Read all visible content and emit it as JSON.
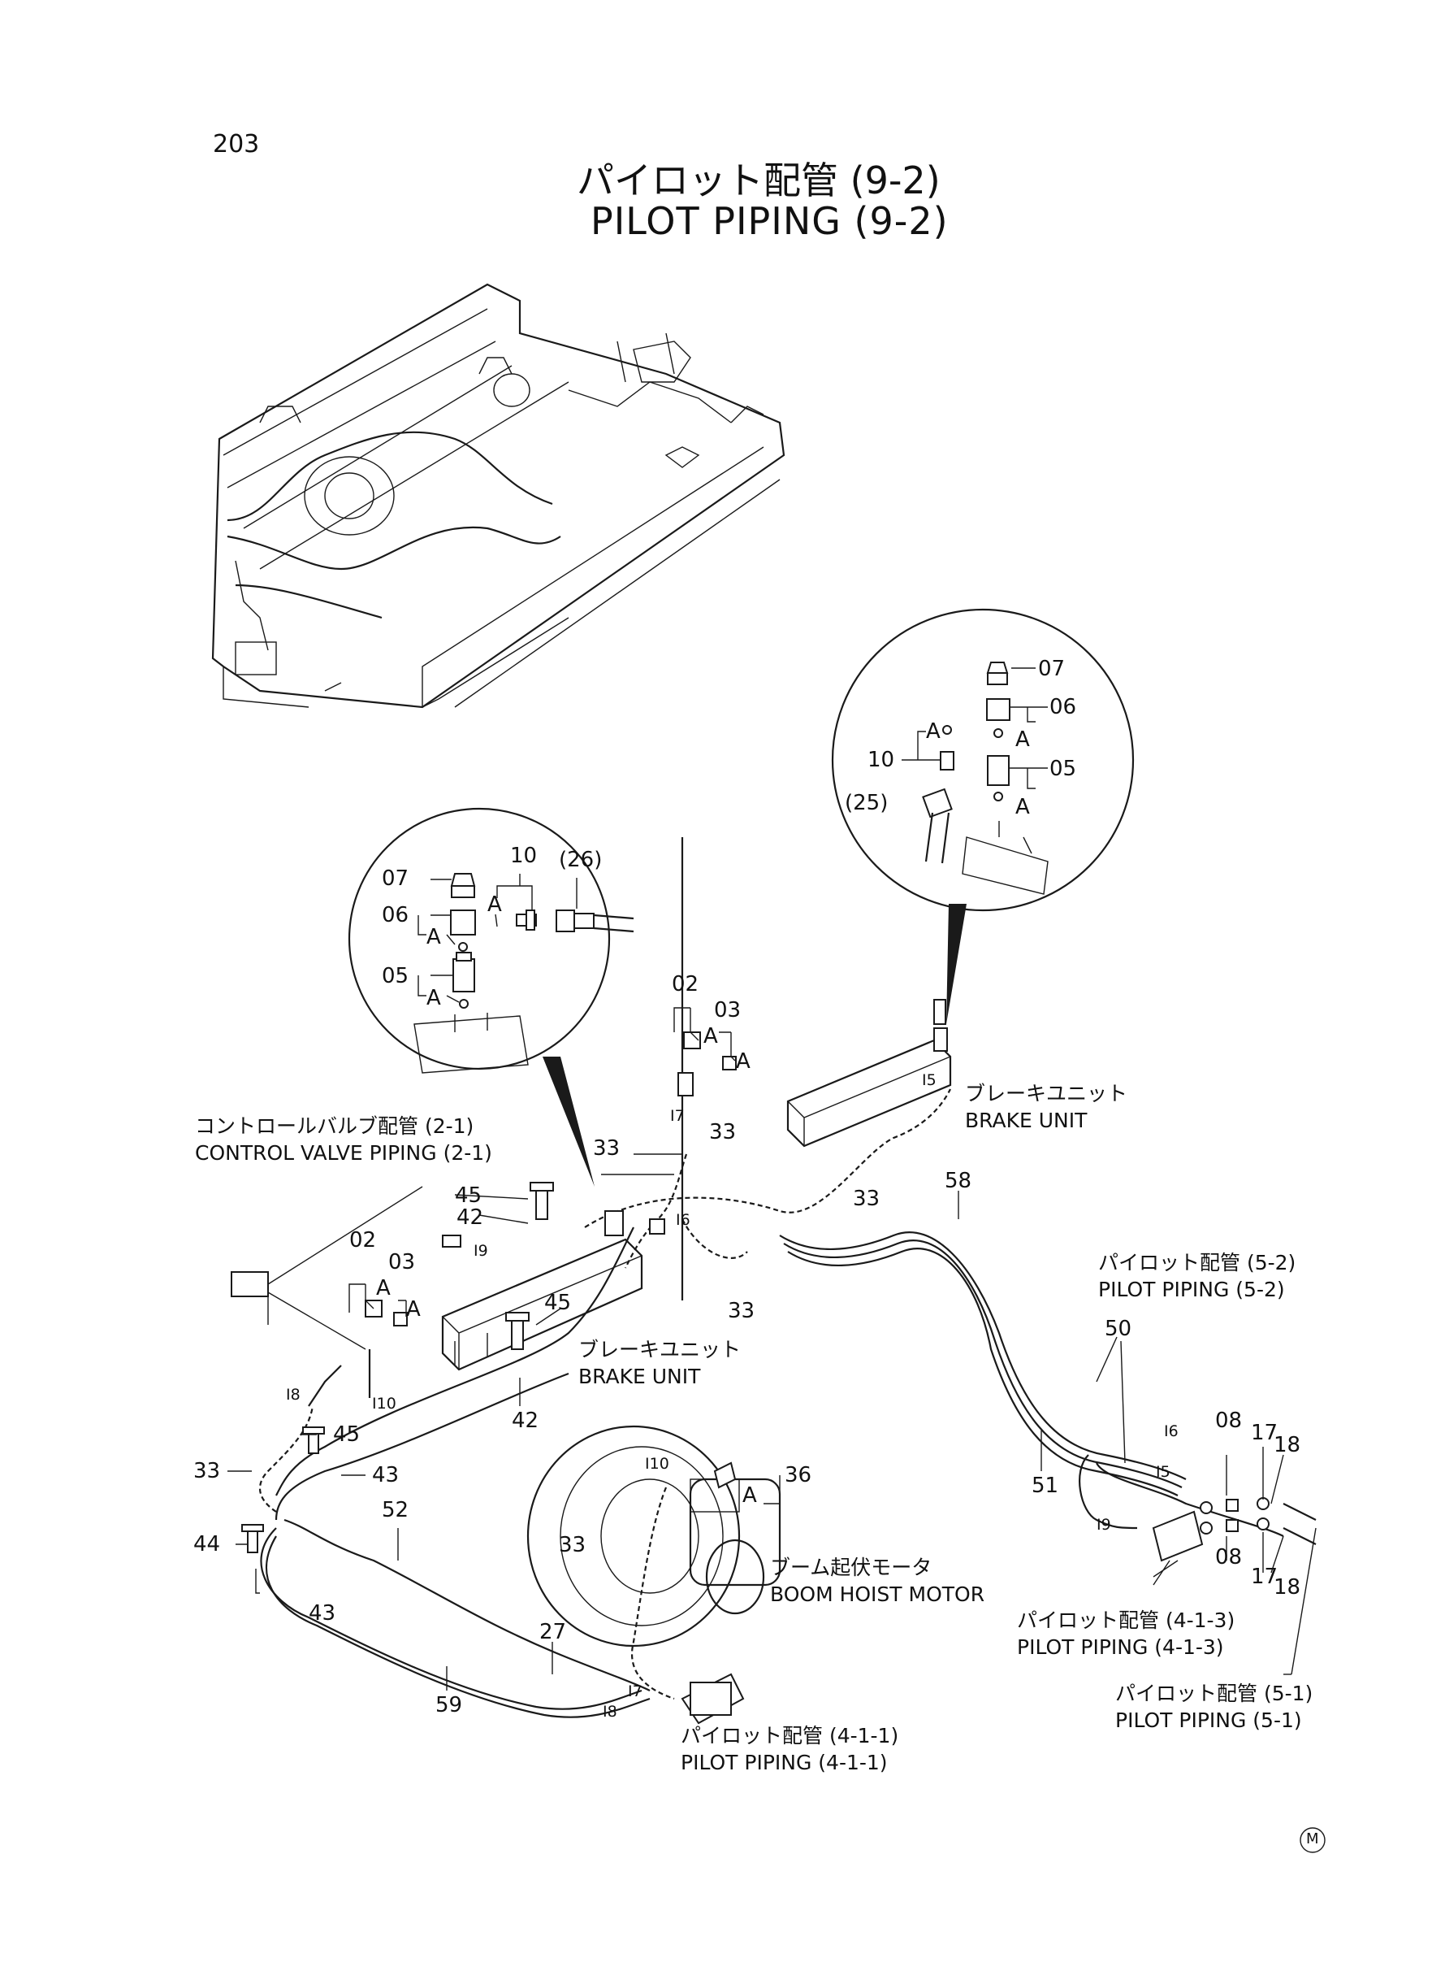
{
  "header": {
    "page_number": "203",
    "title_jp": "パイロット配管 (9-2)",
    "title_en": "PILOT PIPING (9-2)"
  },
  "references": {
    "control_valve_jp": "コントロールバルブ配管 (2-1)",
    "control_valve_en": "CONTROL VALVE PIPING (2-1)",
    "brake_unit_left_jp": "ブレーキユニット",
    "brake_unit_left_en": "BRAKE UNIT",
    "brake_unit_right_jp": "ブレーキユニット",
    "brake_unit_right_en": "BRAKE UNIT",
    "pilot_5_2_jp": "パイロット配管 (5-2)",
    "pilot_5_2_en": "PILOT PIPING (5-2)",
    "boom_motor_jp": "ブーム起伏モータ",
    "boom_motor_en": "BOOM HOIST MOTOR",
    "pilot_4_1_3_jp": "パイロット配管 (4-1-3)",
    "pilot_4_1_3_en": "PILOT PIPING (4-1-3)",
    "pilot_5_1_jp": "パイロット配管 (5-1)",
    "pilot_5_1_en": "PILOT PIPING (5-1)",
    "pilot_4_1_1_jp": "パイロット配管 (4-1-1)",
    "pilot_4_1_1_en": "PILOT PIPING (4-1-1)"
  },
  "left_detail": {
    "n07": "07",
    "n06": "06",
    "n05": "05",
    "n10": "10",
    "n26": "(26)",
    "a1": "A",
    "a2": "A",
    "a3": "A"
  },
  "right_detail": {
    "n07": "07",
    "n06": "06",
    "n05": "05",
    "n10": "10",
    "n25": "(25)",
    "a1": "A",
    "a2": "A",
    "a3": "A"
  },
  "callouts": {
    "c02_top": "02",
    "c03_top": "03",
    "a_top1": "A",
    "a_top2": "A",
    "c02_left": "02",
    "c03_left": "03",
    "a_left1": "A",
    "a_left2": "A",
    "c33_a": "33",
    "c33_b": "33",
    "c33_c": "33",
    "c33_d": "33",
    "c33_e": "33",
    "c33_f": "33",
    "c45_a": "45",
    "c45_b": "45",
    "c45_c": "45",
    "c42_a": "42",
    "c42_b": "42",
    "c43_a": "43",
    "c43_b": "43",
    "c44": "44",
    "c52": "52",
    "c27": "27",
    "c59": "59",
    "c36": "36",
    "a36": "A",
    "c58": "58",
    "c50": "50",
    "c51": "51",
    "c08_a": "08",
    "c08_b": "08",
    "c17_a": "17",
    "c17_b": "17",
    "c18_a": "18",
    "c18_b": "18"
  },
  "port_labels": {
    "i5_top": "I5",
    "i6_mid": "I6",
    "i7_top": "I7",
    "i9_left": "I9",
    "i8_left": "I8",
    "i10_left": "I10",
    "i10_motor": "I10",
    "i6_right": "I6",
    "i5_right": "I5",
    "i9_right": "I9",
    "i7_bottom": "I7",
    "i8_bottom": "I8"
  },
  "footer_mark": "M"
}
